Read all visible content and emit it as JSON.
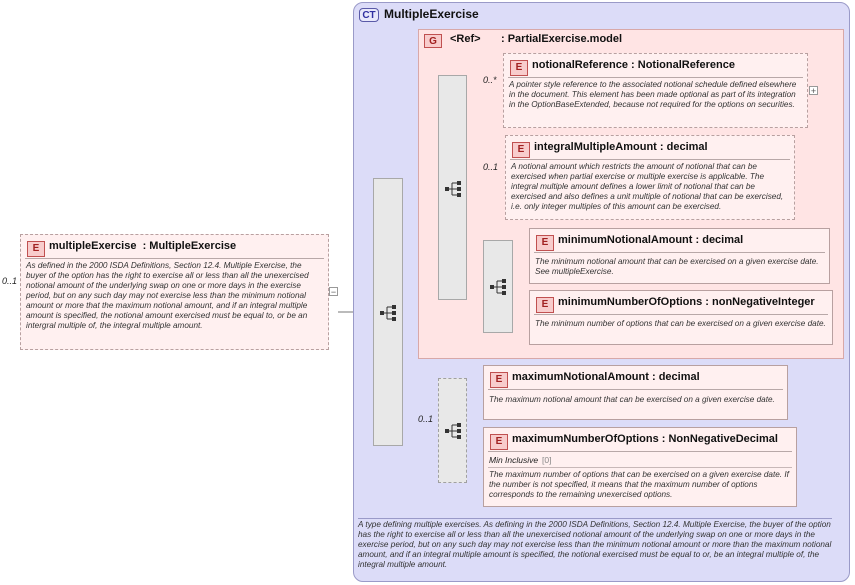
{
  "root": {
    "tag": "E",
    "occurrence": "0..1",
    "name": "multipleExercise",
    "type": "MultipleExercise",
    "description": "As defined in the 2000 ISDA Definitions, Section 12.4. Multiple Exercise, the buyer of the option has the right to exercise all or less than all the unexercised notional amount of the underlying swap on one or more days in the exercise period, but on any such day may not exercise less than the minimum notional amount or more that the maximum notional amount, and if an integral multiple amount is specified, the notional amount exercised must be equal to, or be an intergral multiple of, the integral multiple amount."
  },
  "complex_type": {
    "tag": "CT",
    "name": "MultipleExercise",
    "description": "A type defining multiple exercises. As defining in the 2000 ISDA Definitions, Section 12.4. Multiple Exercise, the buyer of the option has the right to exercise all or less than all the unexercised notional amount of the underlying swap on one or more days in the exercise period, but on any such day may not exercise less than the minimum notional amount or more than the maximum notional amount, and if an integral multiple amount is specified, the notional exercised must be equal to or, be an integral multiple of, the integral multiple amount."
  },
  "group": {
    "tag": "G",
    "ref_label": "<Ref>",
    "model": ": PartialExercise.model"
  },
  "elements": [
    {
      "tag": "E",
      "occurrence": "0..*",
      "name": "notionalReference",
      "type": ": NotionalReference",
      "description": "A pointer style reference to the associated notional schedule defined elsewhere in the document. This element has been made optional as part of its integration in the OptionBaseExtended, because not required for the options on securities."
    },
    {
      "tag": "E",
      "occurrence": "0..1",
      "name": "integralMultipleAmount",
      "type": ": decimal",
      "description": "A notional amount which restricts the amount of notional that can be exercised when partial exercise or multiple exercise is applicable. The integral multiple amount defines a lower limit of notional that can be exercised and also defines a unit multiple of notional that can be exercised, i.e. only integer multiples of this amount can be exercised."
    },
    {
      "tag": "E",
      "occurrence": "",
      "name": "minimumNotionalAmount",
      "type": ": decimal",
      "description": "The minimum notional amount that can be exercised on a given exercise date. See multipleExercise."
    },
    {
      "tag": "E",
      "occurrence": "",
      "name": "minimumNumberOfOptions",
      "type": ": nonNegativeInteger",
      "description": "The minimum number of options that can be exercised on a given exercise date."
    },
    {
      "tag": "E",
      "occurrence": "",
      "name": "maximumNotionalAmount",
      "type": ": decimal",
      "description": "The maximum notional amount that can be exercised on a given exercise date."
    },
    {
      "tag": "E",
      "occurrence": "",
      "name": "maximumNumberOfOptions",
      "type": ": NonNegativeDecimal",
      "facet_label": "Min Inclusive",
      "facet_value": "[0]",
      "description": "The maximum number of options that can be exercised on a given exercise date. If the number is not specified, it means that the maximum number of options corresponds to the remaining unexercised options."
    }
  ],
  "choice_occurrence": "0..1",
  "expand_symbol": "+",
  "collapse_symbol": "−",
  "colors": {
    "complex_type_bg": "#dcdcf8",
    "group_bg": "#ffe4e4",
    "element_bg": "#fff0f0",
    "tag_bg": "#f8cccc",
    "tag_border": "#c05050"
  }
}
